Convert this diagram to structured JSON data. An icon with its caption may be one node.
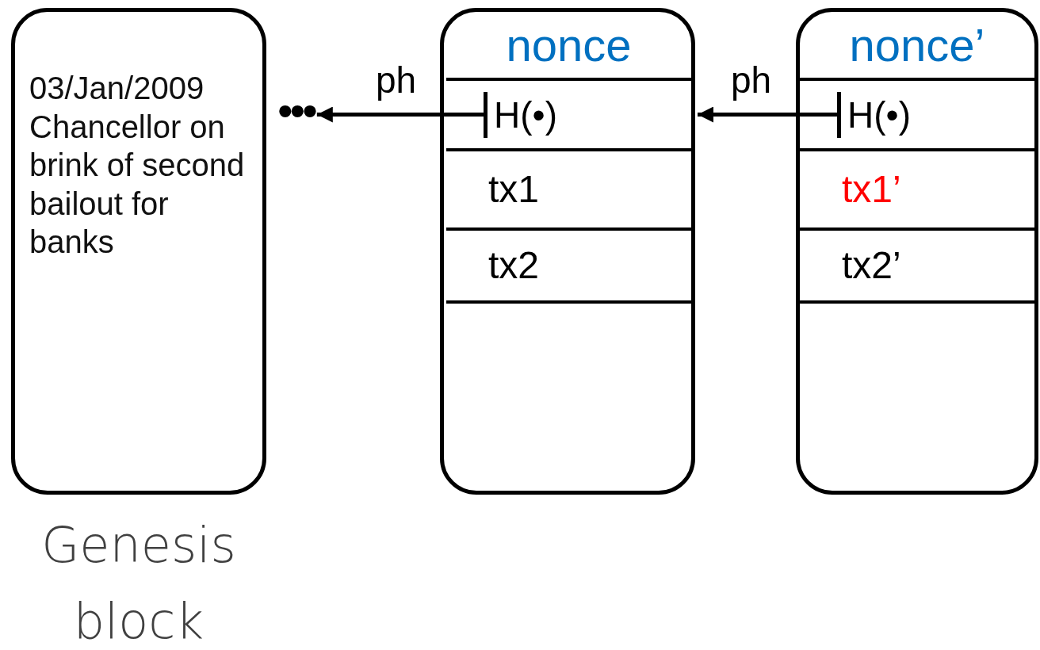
{
  "diagram": {
    "nodes": [
      {
        "text": [
          "03/Jan/2009 Chancellor on brink of second bailout for banks"
        ],
        "beside": [
          "Genesis block"
        ]
      },
      {
        "text": [
          "•••"
        ]
      },
      {
        "text": [],
        "shape": "box"
      },
      {
        "text": [
          "nonce"
        ],
        "in": 2
      },
      {
        "text": [
          "H(•)"
        ],
        "in": 2
      },
      {
        "text": [
          "tx1"
        ],
        "in": 2
      },
      {
        "text": [
          "tx2"
        ],
        "in": 2
      },
      {
        "text": [],
        "shape": "box"
      },
      {
        "text": [
          "nonce’"
        ],
        "in": 7
      },
      {
        "text": [
          "H(•)"
        ],
        "in": 7
      },
      {
        "text": [
          "tx1’"
        ],
        "in": 7
      },
      {
        "text": [
          "tx2’"
        ],
        "in": 7
      }
    ],
    "edges": [
      {
        "from": 4,
        "to": 1,
        "arrow": "to",
        "label": "ph"
      },
      {
        "from": 9,
        "to": 2,
        "arrow": "to",
        "label": "ph"
      }
    ]
  }
}
